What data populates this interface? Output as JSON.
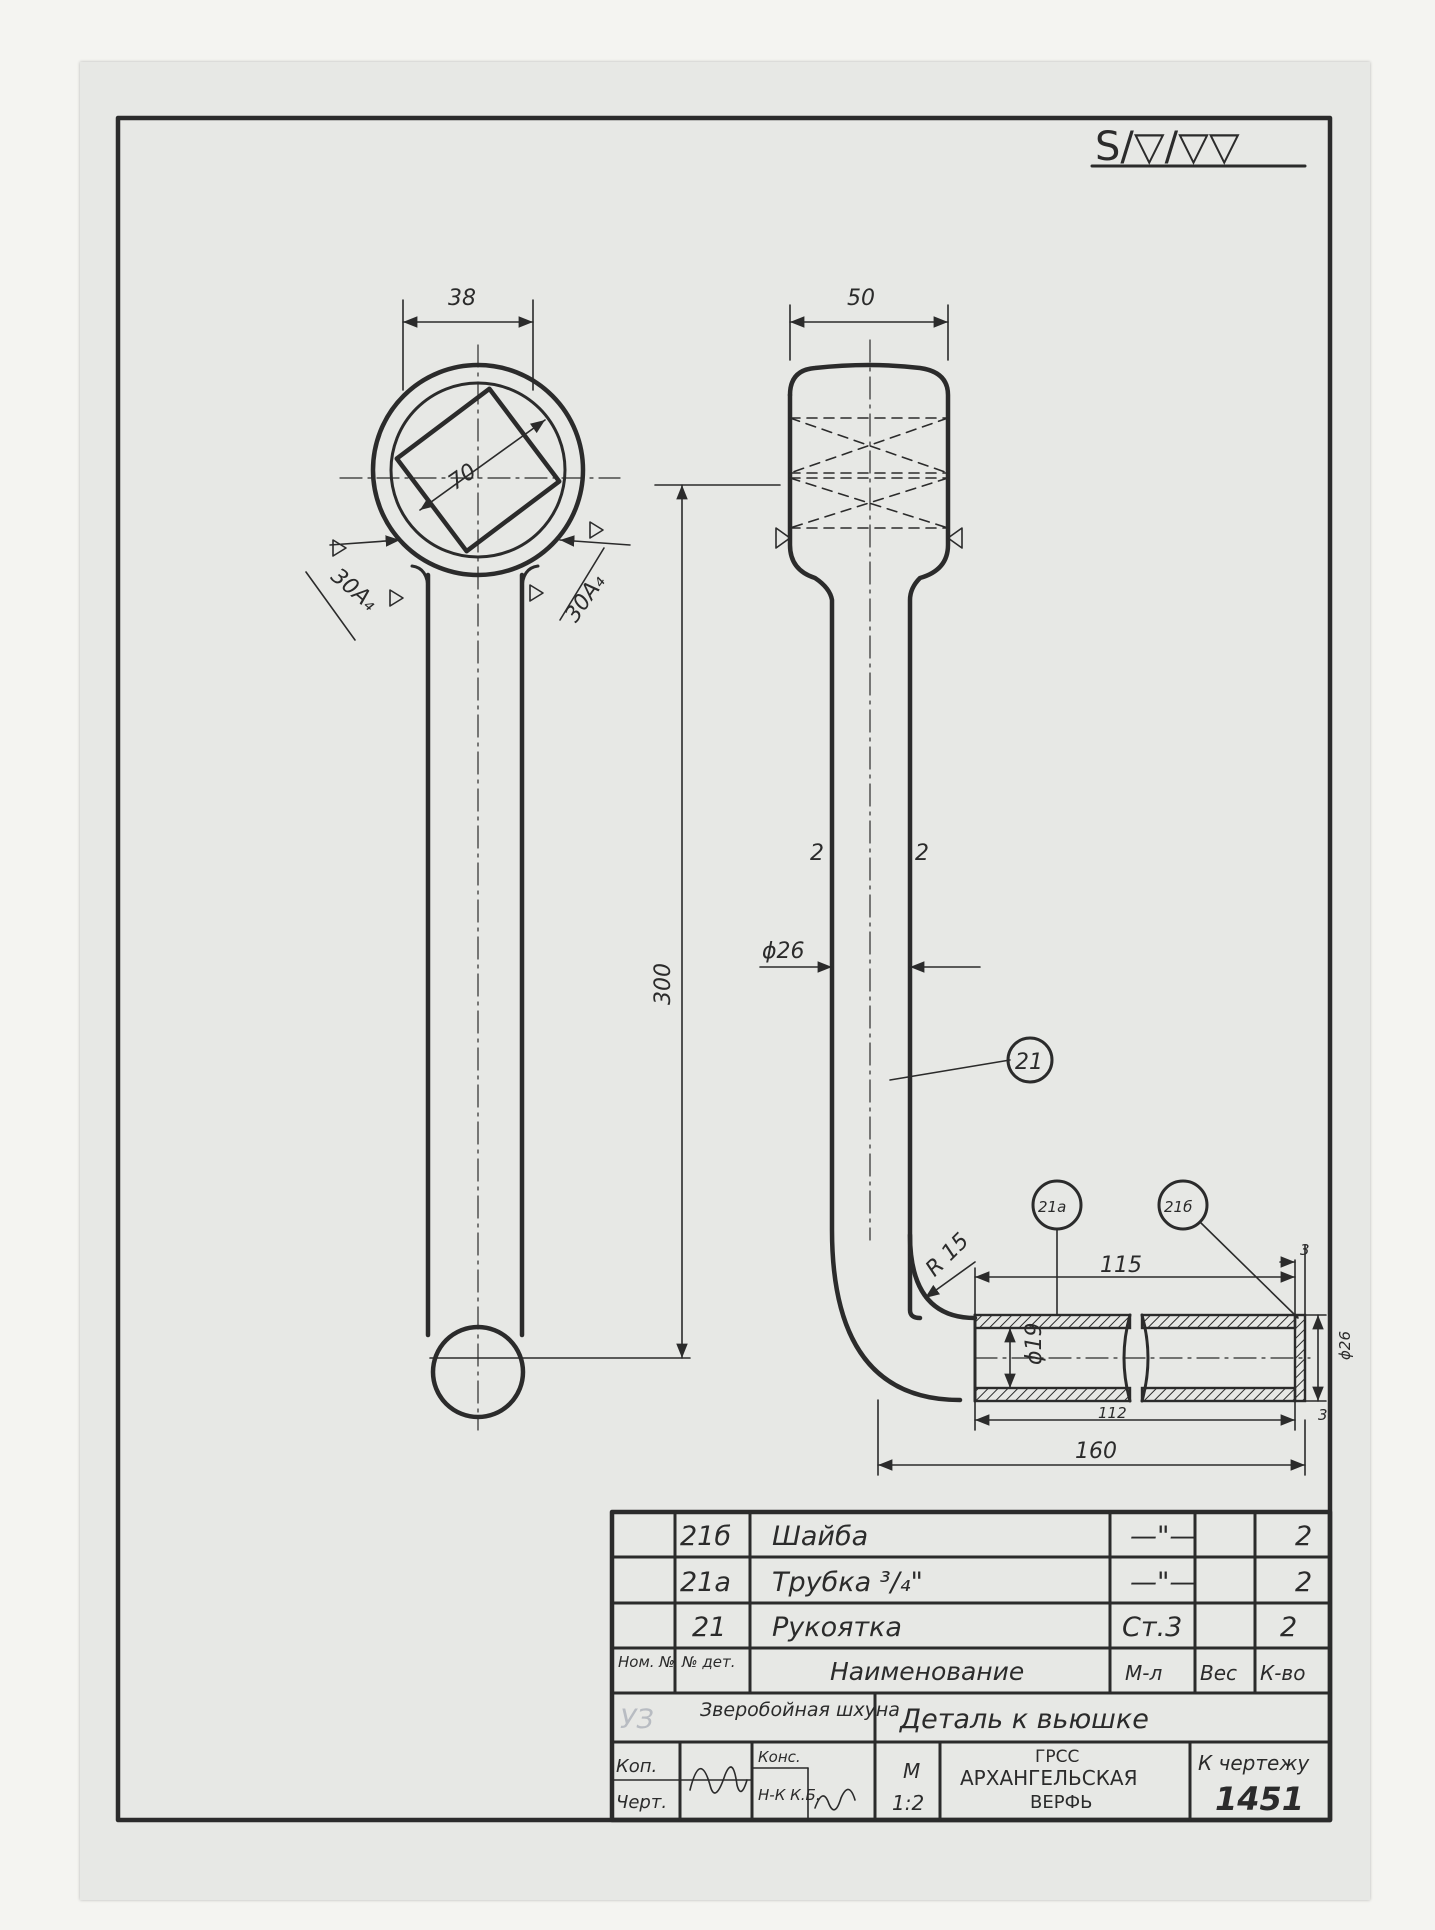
{
  "drawing": {
    "roughness_symbol": "S/▽/▽▽",
    "dims": {
      "head_width_left": "38",
      "square_size": "70",
      "chamfer_left": "30A₄",
      "chamfer_right": "30A₄",
      "overall_length": "300",
      "head_width_right": "50",
      "tube_diameter": "ϕ26",
      "bend_radius": "R 15",
      "sleeve_length": "115",
      "washer_thickness": "3",
      "inner_diameter": "ϕ19",
      "washer_diameter": "ϕ26",
      "sleeve_inner_length": "112",
      "total_horizontal": "160",
      "thickness_small": "3"
    },
    "section_marks": [
      "2",
      "2"
    ],
    "callouts": [
      "21",
      "21а",
      "21б"
    ]
  },
  "title_block": {
    "parts": [
      {
        "number": "21б",
        "name": "Шайба",
        "material": "—\"—",
        "weight": "",
        "qty": "2"
      },
      {
        "number": "21а",
        "name": "Трубка ³/₄\"",
        "material": "—\"—",
        "weight": "",
        "qty": "2"
      },
      {
        "number": "21",
        "name": "Рукоятка",
        "material": "Ст.3",
        "weight": "",
        "qty": "2"
      }
    ],
    "header": {
      "pos_no": "Ном. №",
      "part_no": "№ дет.",
      "name": "Наименование",
      "material": "М-л",
      "weight": "Вес",
      "qty": "К-во"
    },
    "stamp_code": "УЗ",
    "vessel": "Зверобойная шхуна",
    "title": "Деталь к вьюшке",
    "kop_label": "Коп.",
    "chert_label": "Черт.",
    "kons_label": "Конс.",
    "kons_value": "Н-К К.Б.",
    "scale_label": "М",
    "scale": "1:2",
    "org_line1": "ГРСС",
    "org_line2": "АРХАНГЕЛЬСКАЯ",
    "org_line3": "ВЕРФЬ",
    "drawing_ref_label": "К чертежу",
    "drawing_ref": "1451"
  }
}
